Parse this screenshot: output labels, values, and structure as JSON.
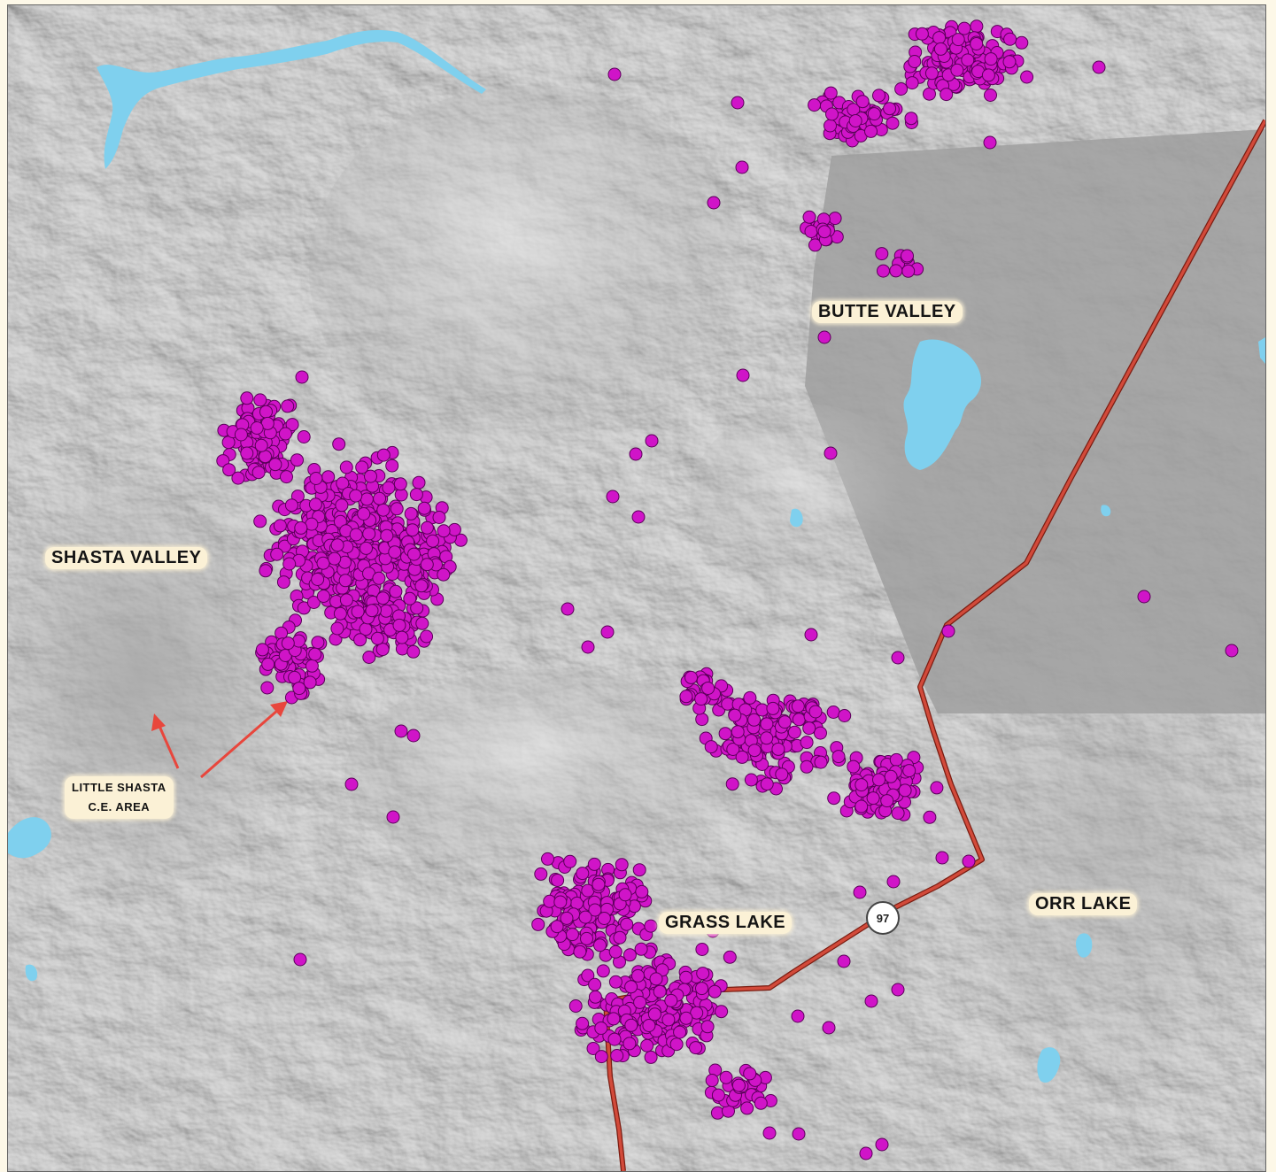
{
  "map": {
    "labels": {
      "butte_valley": "BUTTE VALLEY",
      "shasta_valley": "SHASTA VALLEY",
      "little_shasta_line1": "LITTLE SHASTA",
      "little_shasta_line2": "C.E. AREA",
      "grass_lake": "GRASS LAKE",
      "orr_lake": "ORR LAKE"
    },
    "route_shield": "97",
    "colors": {
      "terrain": "#a6a6a6",
      "water": "#7fd0ee",
      "highway": "#d24a3a",
      "observation_points": "#d014c8",
      "point_outline": "#5a0058",
      "arrows": "#e8463c",
      "label_background": "#fbf1d6"
    },
    "legend_semantics": {
      "points": "magenta-dot",
      "highway": "red-line",
      "water": "light-blue-fill"
    }
  }
}
